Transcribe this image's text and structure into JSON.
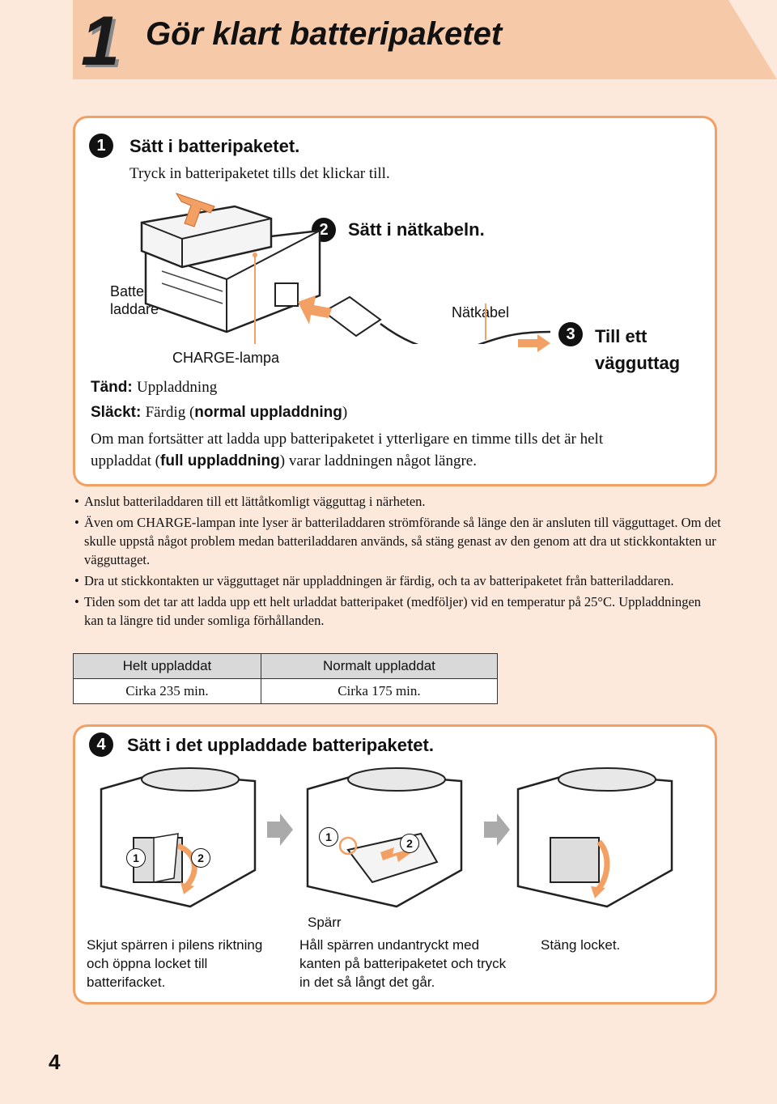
{
  "header": {
    "step_number": "1",
    "title": "Gör klart batteripaketet"
  },
  "step1": {
    "num": "1",
    "heading": "Sätt i batteripaketet.",
    "instruction": "Tryck in batteripaketet tills det klickar till."
  },
  "step2": {
    "num": "2",
    "heading": "Sätt i nätkabeln."
  },
  "step3": {
    "num": "3",
    "heading_line1": "Till ett",
    "heading_line2": "vägguttag"
  },
  "labels": {
    "charger_line1": "Batteri-",
    "charger_line2": "laddare",
    "cable": "Nätkabel",
    "charge_lamp": "CHARGE-lampa"
  },
  "lamp_status": {
    "on_label": "Tänd:",
    "on_text": "Uppladdning",
    "off_label": "Släckt:",
    "off_text_pre": "Färdig (",
    "off_bold": "normal uppladdning",
    "off_text_post": ")"
  },
  "full_charge": {
    "line1": "Om man fortsätter att ladda upp batteripaketet i ytterligare en timme tills det är helt",
    "line2_pre": "uppladdat (",
    "line2_bold": "full uppladdning",
    "line2_post": ") varar laddningen något längre."
  },
  "bullets": [
    "Anslut batteriladdaren till ett lättåtkomligt vägguttag i närheten.",
    "Även om CHARGE-lampan inte lyser är batteriladdaren strömförande så länge den är ansluten till vägguttaget. Om det skulle uppstå något problem medan batteriladdaren används, så stäng genast av den genom att dra ut stickkontakten ur vägguttaget.",
    "Dra ut stickkontakten ur vägguttaget när uppladdningen är färdig, och ta av batteripaketet från batteriladdaren.",
    "Tiden som det tar att ladda upp ett helt urladdat batteripaket (medföljer) vid en temperatur på 25°C. Uppladdningen kan ta längre tid under somliga förhållanden."
  ],
  "table": {
    "headers": [
      "Helt uppladdat",
      "Normalt uppladdat"
    ],
    "values": [
      "Cirka 235 min.",
      "Cirka 175 min."
    ]
  },
  "step4": {
    "num": "4",
    "heading": "Sätt i det uppladdade batteripaketet.",
    "latch_label": "Spärr",
    "sub_marks": [
      "1",
      "2"
    ],
    "captions": [
      "Skjut spärren i pilens riktning och öppna locket till batterifacket.",
      "Håll spärren undantryckt med kanten på batteripaketet och tryck in det så långt det går.",
      "Stäng locket."
    ]
  },
  "page_number": "4",
  "colors": {
    "accent_orange": "#f2a064",
    "header_bg": "#f6c9a8",
    "page_bg": "#fde9dc"
  }
}
